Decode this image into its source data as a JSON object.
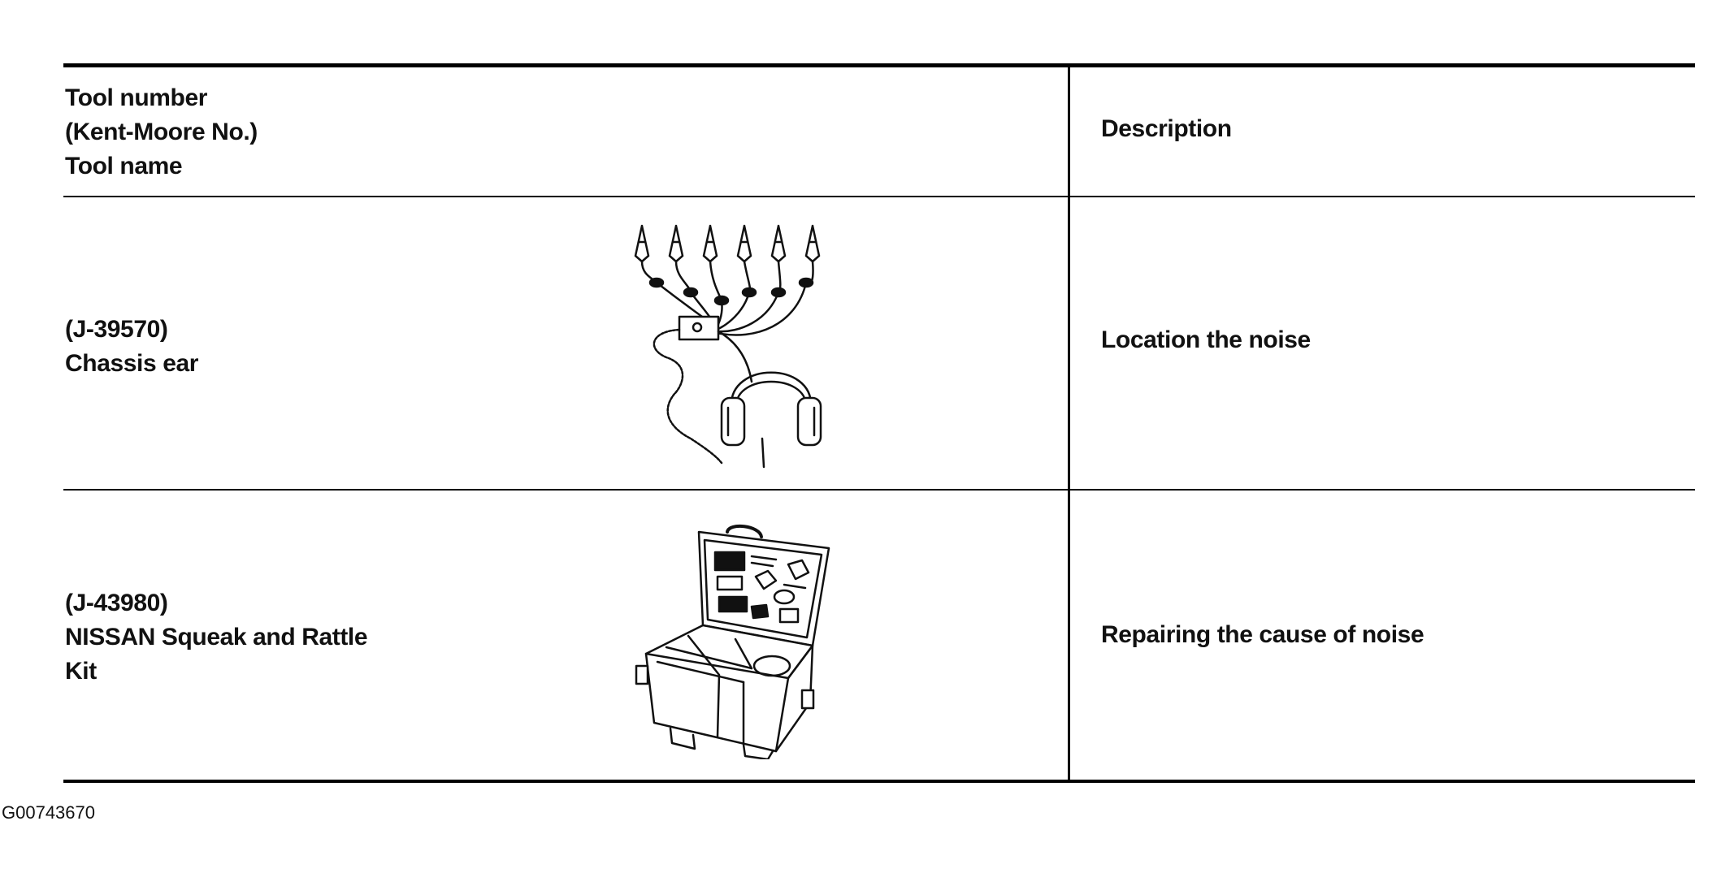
{
  "header": {
    "tool_col": [
      "Tool number",
      "(Kent-Moore No.)",
      "Tool name"
    ],
    "description_col": "Description"
  },
  "rows": [
    {
      "tool_number": "(J-39570)",
      "tool_name": [
        "Chassis ear"
      ],
      "description": "Location the noise",
      "illustration": "chassis-ear-illustration"
    },
    {
      "tool_number": "(J-43980)",
      "tool_name": [
        "NISSAN Squeak and Rattle",
        "Kit"
      ],
      "description": "Repairing the cause of noise",
      "illustration": "squeak-rattle-kit-illustration"
    }
  ],
  "figure_code": "G00743670"
}
